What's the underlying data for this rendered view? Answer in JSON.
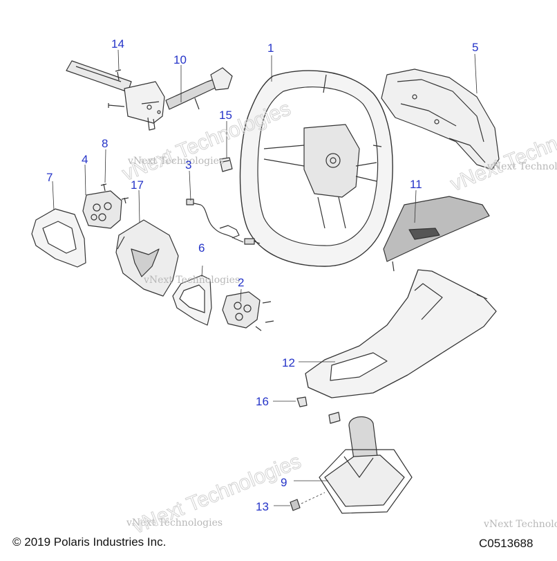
{
  "diagram": {
    "callouts": [
      {
        "id": "1",
        "label": "1"
      },
      {
        "id": "2",
        "label": "2"
      },
      {
        "id": "3",
        "label": "3"
      },
      {
        "id": "4",
        "label": "4"
      },
      {
        "id": "5",
        "label": "5"
      },
      {
        "id": "6",
        "label": "6"
      },
      {
        "id": "7",
        "label": "7"
      },
      {
        "id": "8",
        "label": "8"
      },
      {
        "id": "9",
        "label": "9"
      },
      {
        "id": "10",
        "label": "10"
      },
      {
        "id": "11",
        "label": "11"
      },
      {
        "id": "12",
        "label": "12"
      },
      {
        "id": "13",
        "label": "13"
      },
      {
        "id": "14",
        "label": "14"
      },
      {
        "id": "15",
        "label": "15"
      },
      {
        "id": "16",
        "label": "16"
      },
      {
        "id": "17",
        "label": "17"
      }
    ],
    "copyright": "© 2019 Polaris Industries Inc.",
    "figure_code": "C0513688",
    "watermark": "vNext Technologies",
    "colors": {
      "callout": "#2433c8",
      "line": "#333333",
      "watermark": "#b8b8b8"
    }
  }
}
